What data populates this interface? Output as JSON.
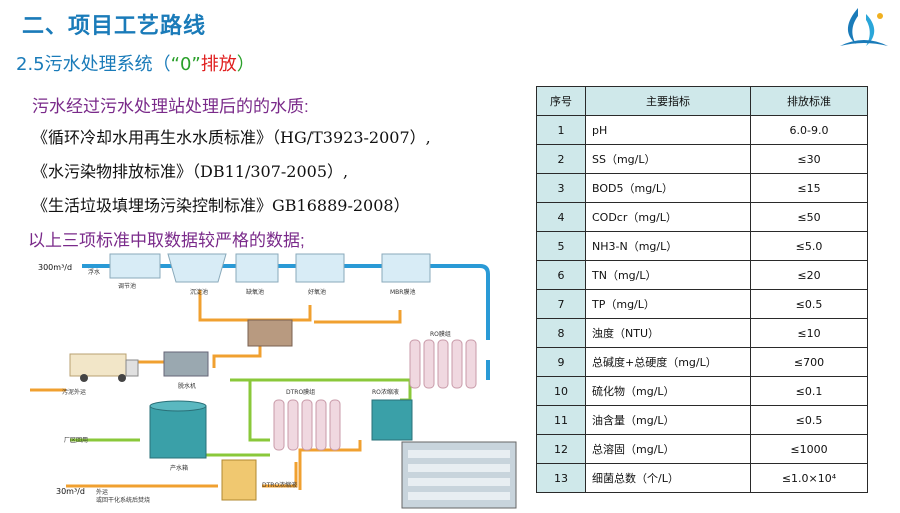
{
  "title": "二、项目工艺路线",
  "subtitle": {
    "prefix": "2.5污水处理系统（",
    "quoted": "“0”",
    "suffix_red": "排放",
    "close": "）"
  },
  "intro": "污水经过污水处理站处理后的的水质:",
  "standards": [
    "《循环冷却水用再生水水质标准》（HG/T3923-2007）,",
    "《水污染物排放标准》（DB11/307-2005）,",
    "《生活垃圾填埋场污染控制标准》GB16889-2008）"
  ],
  "conclusion": "以上三项标准中取数据较严格的数据;",
  "logo_icon": "water-drop-logo-icon",
  "colors": {
    "title": "#1a7bb9",
    "purple": "#7a2a8a",
    "table_header": "#cfe8ea",
    "pipe_blue": "#2a9ad6",
    "pipe_orange": "#f0a030",
    "pipe_green": "#8ac83a"
  },
  "table": {
    "headers": [
      "序号",
      "主要指标",
      "排放标准"
    ],
    "rows": [
      [
        "1",
        "pH",
        "6.0-9.0"
      ],
      [
        "2",
        "SS（mg/L）",
        "≤30"
      ],
      [
        "3",
        "BOD5（mg/L）",
        "≤15"
      ],
      [
        "4",
        "CODcr（mg/L）",
        "≤50"
      ],
      [
        "5",
        "NH3-N（mg/L）",
        "≤5.0"
      ],
      [
        "6",
        "TN（mg/L）",
        "≤20"
      ],
      [
        "7",
        "TP（mg/L）",
        "≤0.5"
      ],
      [
        "8",
        "浊度（NTU）",
        "≤10"
      ],
      [
        "9",
        "总碱度+总硬度（mg/L）",
        "≤700"
      ],
      [
        "10",
        "硫化物（mg/L）",
        "≤0.1"
      ],
      [
        "11",
        "油含量（mg/L）",
        "≤0.5"
      ],
      [
        "12",
        "总溶固（mg/L）",
        "≤1000"
      ],
      [
        "13",
        "细菌总数（个/L）",
        "≤1.0×10⁴"
      ]
    ]
  },
  "diagram": {
    "inflow": "300m³/d",
    "outflow": "30m³/d",
    "labels": {
      "float": "浮水",
      "regulating": "调节池",
      "settling": "沉淀池",
      "anoxic": "缺氧池",
      "aerobic": "好氧池",
      "mbr": "MBR膜池",
      "ro_membrane": "RO膜组",
      "sludge_out": "污泥外运",
      "dewater": "脱水机",
      "dtro_membrane": "DTRO膜组",
      "ro_concentrate": "RO浓缩液",
      "plant_reuse": "厂区回用",
      "product_tank": "产水箱",
      "dtro_concentrate": "DTRO浓缩液",
      "external_1": "外运",
      "external_2": "或回干化系统后焚烧"
    }
  }
}
